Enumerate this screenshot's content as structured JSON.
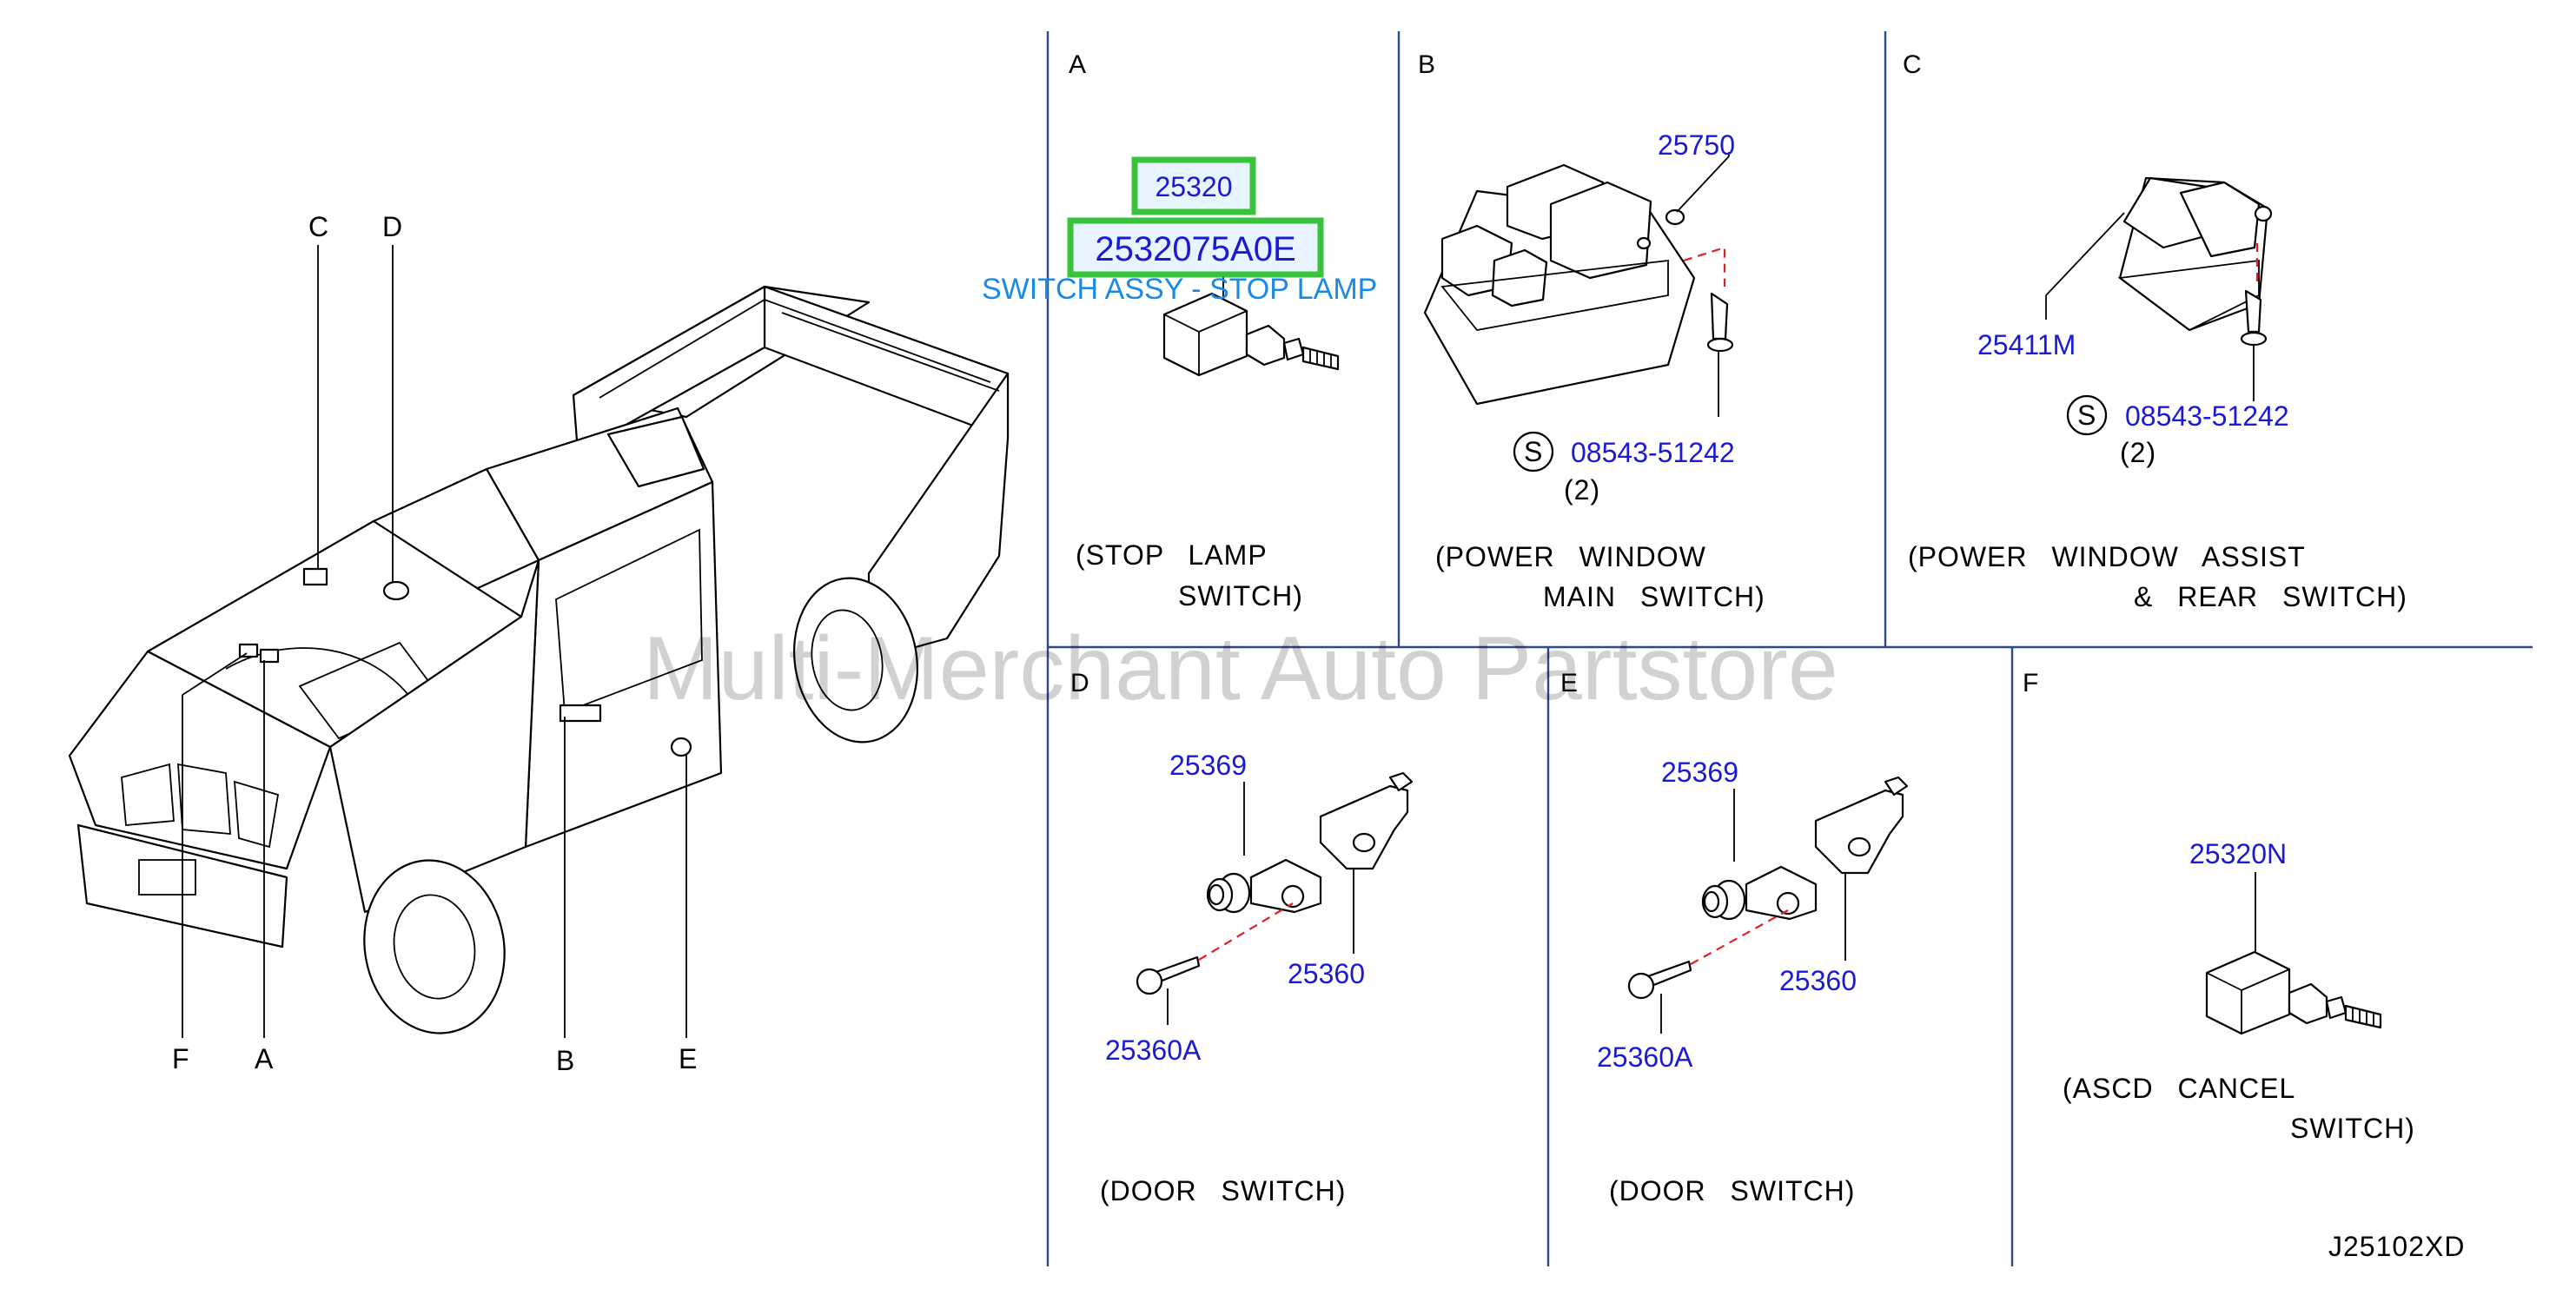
{
  "watermark": "Multi-Merchant Auto Partstore",
  "diagram_code": "J25102XD",
  "vehicle_callouts": [
    "C",
    "D",
    "F",
    "A",
    "B",
    "E"
  ],
  "sections": {
    "A": {
      "letter": "A",
      "highlight_parts": [
        "25320",
        "2532075A0E"
      ],
      "description": "SWITCH ASSY - STOP LAMP",
      "caption_1": "(STOP  LAMP",
      "caption_2": "SWITCH)"
    },
    "B": {
      "letter": "B",
      "part_main": "25750",
      "screw_symbol": "S",
      "screw_part": "08543-51242",
      "screw_qty": "(2)",
      "caption_1": "(POWER  WINDOW",
      "caption_2": "MAIN  SWITCH)"
    },
    "C": {
      "letter": "C",
      "part_main": "25411M",
      "screw_symbol": "S",
      "screw_part": "08543-51242",
      "screw_qty": "(2)",
      "caption_1": "(POWER  WINDOW  ASSIST",
      "caption_2": "&  REAR  SWITCH)"
    },
    "D": {
      "letter": "D",
      "part_a": "25369",
      "part_b": "25360",
      "part_c": "25360A",
      "caption": "(DOOR  SWITCH)"
    },
    "E": {
      "letter": "E",
      "part_a": "25369",
      "part_b": "25360",
      "part_c": "25360A",
      "caption": "(DOOR  SWITCH)"
    },
    "F": {
      "letter": "F",
      "part_main": "25320N",
      "caption_1": "(ASCD  CANCEL",
      "caption_2": "SWITCH)"
    }
  }
}
